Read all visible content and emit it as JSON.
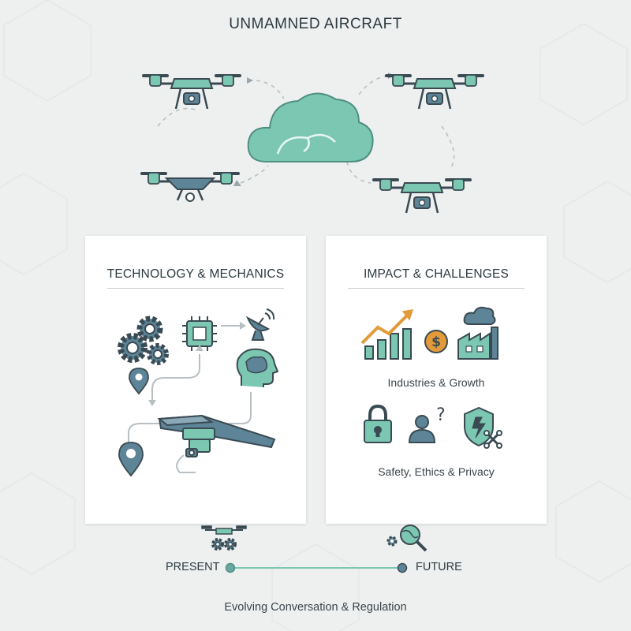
{
  "title": "UNMAMNED AIRCRAFT",
  "panels": {
    "left": {
      "title": "TECHNOLOGY & MECHANICS"
    },
    "right": {
      "title": "IMPACT & CHALLENGES",
      "caption_1": "Industries & Growth",
      "caption_2": "Safety, Ethics & Privacy"
    }
  },
  "timeline": {
    "start_label": "PRESENT",
    "end_label": "FUTURE"
  },
  "footer": "Evolving Conversation & Regulation",
  "colors": {
    "teal": "#7cc7b2",
    "slate": "#5d8597",
    "dark": "#3a4a52",
    "orange": "#e39a3a",
    "background": "#eef0f0"
  }
}
